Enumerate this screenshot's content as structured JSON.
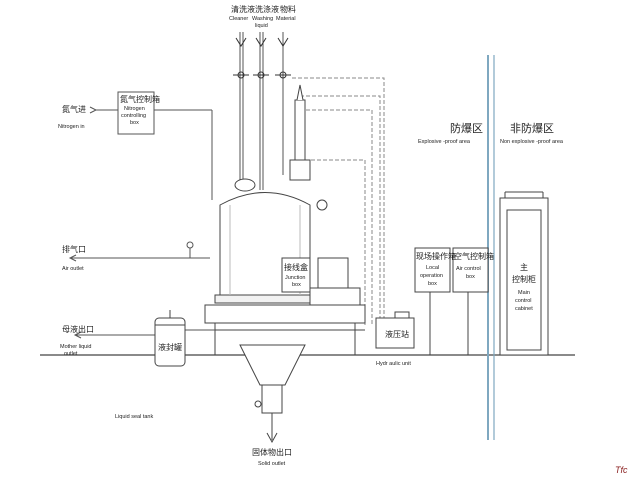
{
  "labels": {
    "cleaner_cn": "清洗液",
    "cleaner_en": "Cleaner",
    "washing_cn": "洗涤液",
    "washing_en1": "Washing",
    "washing_en2": "liquid",
    "material_cn": "物料",
    "material_en": "Material",
    "nitrogen_in_cn": "氮气进",
    "nitrogen_in_en": "Nitrogen in",
    "nitrogen_box_cn": "氮气控制箱",
    "nitrogen_box_en1": "Nitrogen",
    "nitrogen_box_en2": "controlling",
    "nitrogen_box_en3": "box",
    "explosive_cn": "防爆区",
    "explosive_en": "Explosive -proof area",
    "non_explosive_cn": "非防爆区",
    "non_explosive_en": "Non explosive -proof area",
    "air_outlet_cn": "排气口",
    "air_outlet_en": "Air outlet",
    "mother_liquid_cn": "母液出口",
    "mother_liquid_en1": "Mother liquid",
    "mother_liquid_en2": "outlet",
    "liquid_seal_tank": "Liquid seal tank",
    "seal_cn": "液封罐",
    "junction_cn": "接线盒",
    "junction_en1": "Junction",
    "junction_en2": "box",
    "local_box_cn": "现场操作箱",
    "local_box_en1": "Local",
    "local_box_en2": "operation",
    "local_box_en3": "box",
    "air_box_cn": "空气控制箱",
    "air_box_en1": "Air control",
    "air_box_en2": "box",
    "main_cabinet_cn1": "主",
    "main_cabinet_cn2": "控制柜",
    "main_cabinet_en1": "Main",
    "main_cabinet_en2": "control",
    "main_cabinet_en3": "cabinet",
    "hydraulic_cn": "液压站",
    "hydraulic_en": "Hydr aulic unit",
    "solid_outlet_cn": "固体物出口",
    "solid_outlet_en": "Solid outlet",
    "watermark": "Tfc"
  },
  "colors": {
    "line": "#555555",
    "dashed": "#8a8a8a",
    "wall": "#7fa8c0"
  }
}
